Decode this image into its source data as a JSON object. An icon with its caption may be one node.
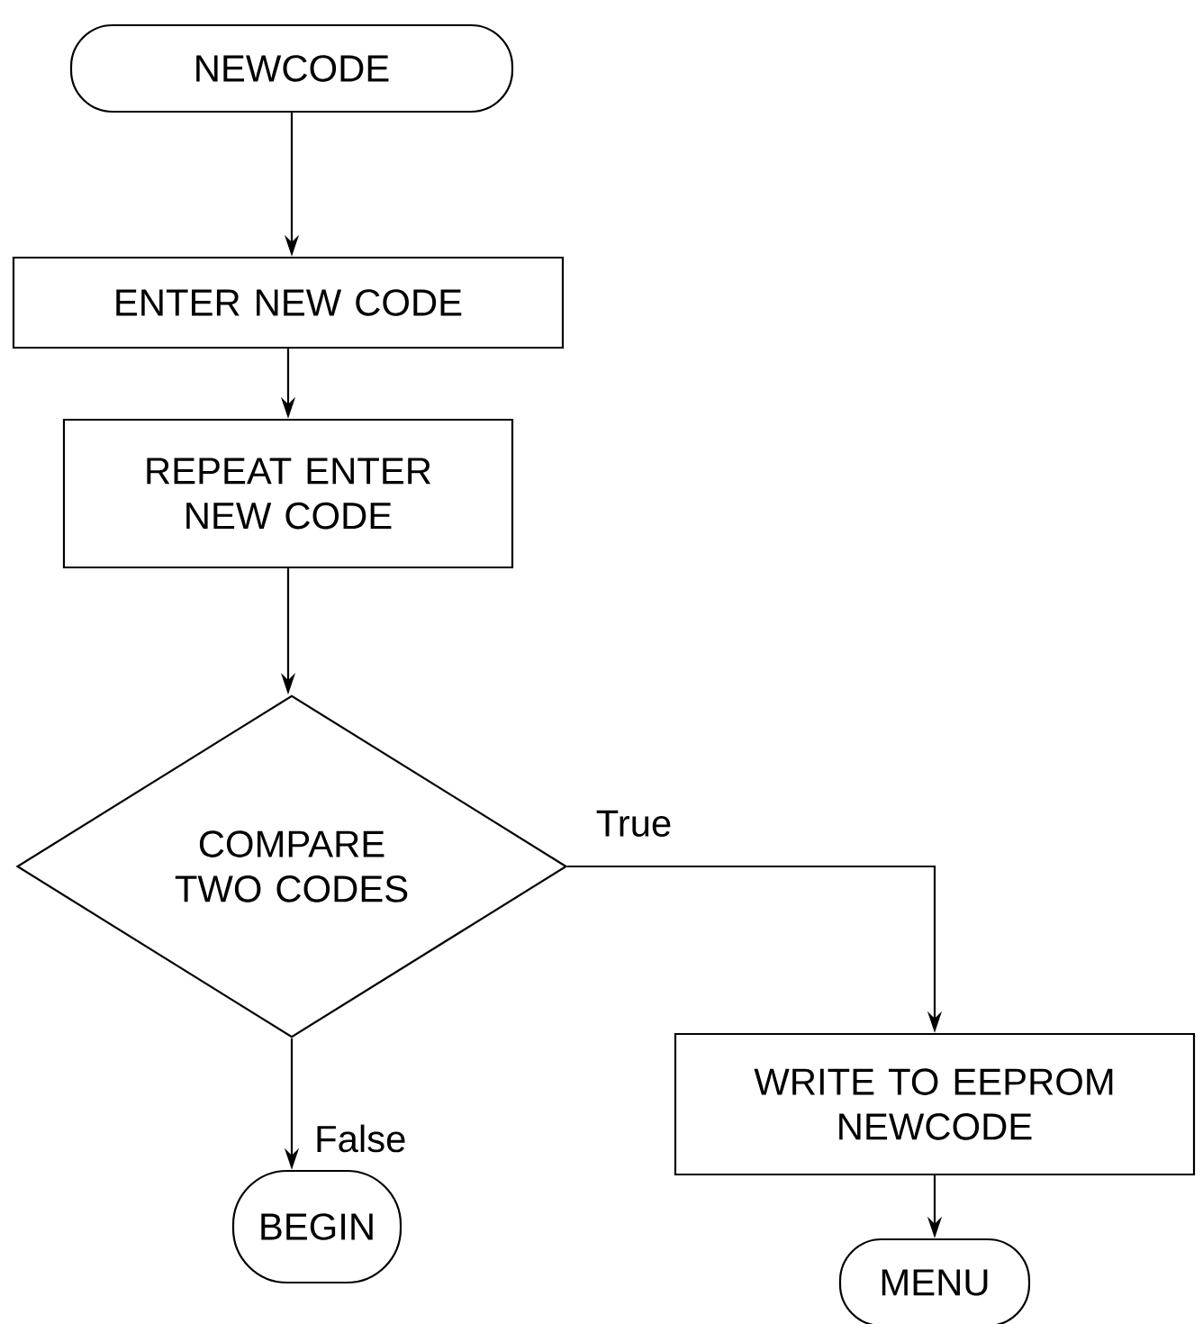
{
  "diagram": {
    "nodes": [
      {
        "text": [
          "NEWCODE"
        ]
      },
      {
        "text": [
          "ENTER NEW CODE"
        ]
      },
      {
        "text": [
          "REPEAT ENTER NEW CODE"
        ]
      },
      {
        "text": [
          "COMPARE TWO CODES"
        ]
      },
      {
        "text": [
          "BEGIN"
        ]
      },
      {
        "text": [
          "WRITE TO EEPROM NEWCODE"
        ]
      },
      {
        "text": [
          "MENU"
        ]
      }
    ],
    "edges": [
      {
        "from": 0,
        "to": 1,
        "arrow": "to"
      },
      {
        "from": 1,
        "to": 2,
        "arrow": "to"
      },
      {
        "from": 2,
        "to": 3,
        "arrow": "to"
      },
      {
        "from": 3,
        "to": 5,
        "arrow": "to",
        "label": "True"
      },
      {
        "from": 3,
        "to": 4,
        "arrow": "to",
        "label": "False"
      },
      {
        "from": 5,
        "to": 6,
        "arrow": "to"
      }
    ]
  }
}
